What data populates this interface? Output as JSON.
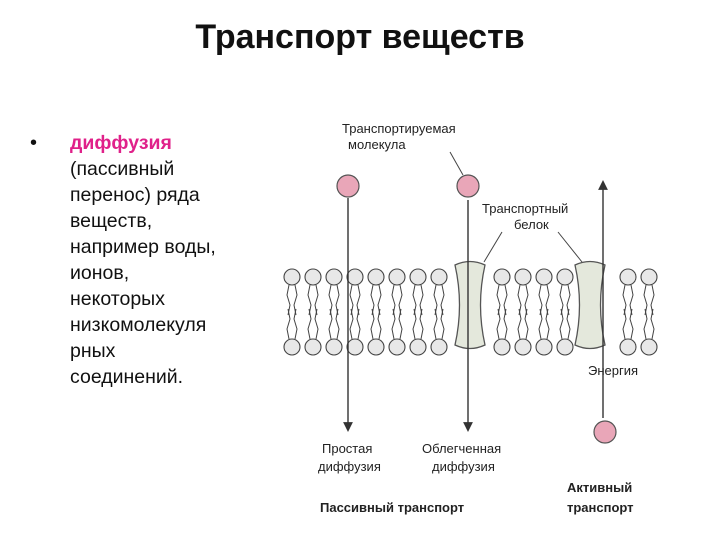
{
  "slide": {
    "title": "Транспорт веществ",
    "bullet": {
      "marker": "•",
      "term": "диффузия",
      "lines": [
        "(пассивный",
        "перенос) ряда",
        "веществ,",
        "например воды,",
        "ионов,",
        "некоторых",
        "низкомолекуля",
        "рных",
        "соединений."
      ]
    }
  },
  "diagram": {
    "labels": {
      "transported_molecule": [
        "Транспортируемая",
        "молекула"
      ],
      "transport_protein": [
        "Транспортный",
        "белок"
      ],
      "energy": "Энергия",
      "simple_diffusion": [
        "Простая",
        "диффузия"
      ],
      "facilitated_diffusion": [
        "Облегченная",
        "диффузия"
      ],
      "passive_transport": "Пассивный транспорт",
      "active_transport": [
        "Активный",
        "транспорт"
      ]
    },
    "colors": {
      "molecule": "#e9a6b8",
      "protein": "#e4e8dc",
      "lipid_head": "#e8e8e8",
      "stroke": "#444444"
    }
  }
}
